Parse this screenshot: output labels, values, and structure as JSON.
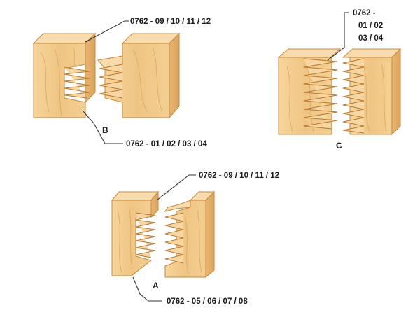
{
  "figure": {
    "joint_b": {
      "letter": "B",
      "top_code": "0762 - 09 / 10 / 11 / 12",
      "bottom_code": "0762 - 01 / 02 / 03 / 04"
    },
    "joint_c": {
      "letter": "C",
      "code_line_1": "0762 -",
      "code_line_2": "01 / 02",
      "code_line_3": "03 / 04"
    },
    "joint_a": {
      "letter": "A",
      "top_code": "0762 - 09 / 10 / 11 / 12",
      "bottom_code": "0762 - 05 / 06 / 07 / 08"
    }
  },
  "colors": {
    "wood_face": "#f1c98a",
    "wood_top": "#f8dcae",
    "wood_side": "#e7b36c",
    "wood_grain": "#e0ad66",
    "finger_gap": "#f6d6a2",
    "leader_line": "#333333",
    "text": "#1a1a1a"
  }
}
